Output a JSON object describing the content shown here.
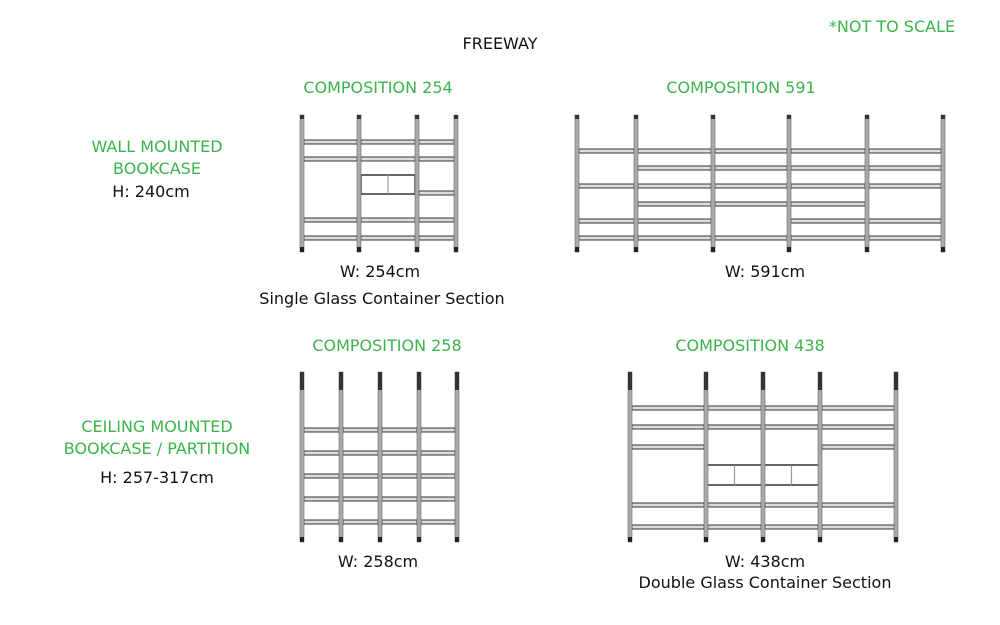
{
  "title": "FREEWAY",
  "note": "*NOT TO SCALE",
  "colors": {
    "accent": "#3cb44b",
    "text": "#111111"
  },
  "rows": [
    {
      "category": [
        "WALL MOUNTED",
        "BOOKCASE"
      ],
      "height": "H: 240cm",
      "compositions": [
        {
          "title": "COMPOSITION 254",
          "width": "W: 254cm",
          "caption": "Single Glass Container Section"
        },
        {
          "title": "COMPOSITION 591",
          "width": "W: 591cm"
        }
      ]
    },
    {
      "category": [
        "CEILING MOUNTED",
        "BOOKCASE / PARTITION"
      ],
      "height": "H: 257-317cm",
      "compositions": [
        {
          "title": "COMPOSITION 258",
          "width": "W: 258cm"
        },
        {
          "title": "COMPOSITION 438",
          "width": "W: 438cm",
          "caption": "Double Glass Container Section"
        }
      ]
    }
  ]
}
